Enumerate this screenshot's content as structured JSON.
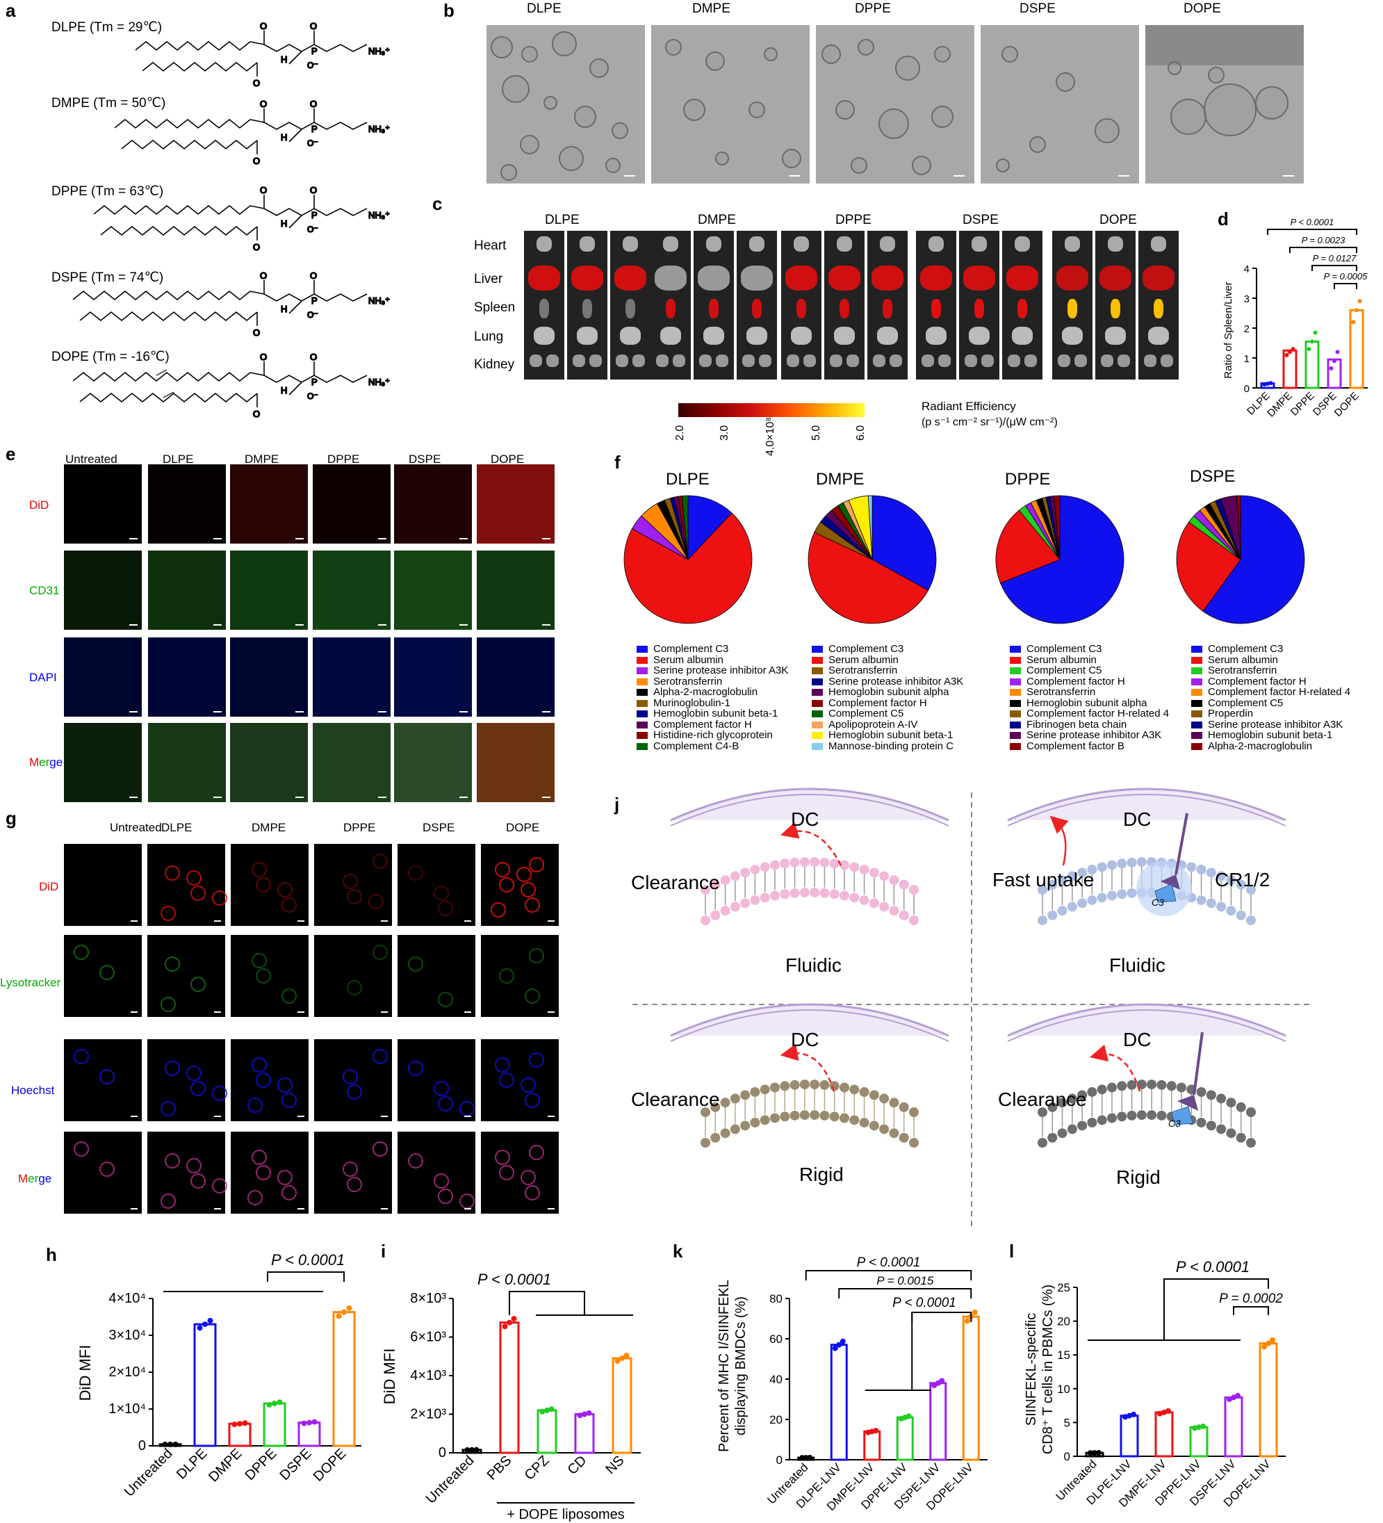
{
  "panels": {
    "a": "a",
    "b": "b",
    "c": "c",
    "d": "d",
    "e": "e",
    "f": "f",
    "g": "g",
    "h": "h",
    "i": "i",
    "j": "j",
    "k": "k",
    "l": "l"
  },
  "lipids": [
    {
      "label": "DLPE (Tm = 29℃)"
    },
    {
      "label": "DMPE (Tm = 50℃)"
    },
    {
      "label": "DPPE (Tm = 63℃)"
    },
    {
      "label": "DSPE (Tm = 74℃)"
    },
    {
      "label": "DOPE (Tm = -16℃)"
    }
  ],
  "chem": {
    "o": "O",
    "h": "H",
    "p": "P",
    "nh3": "NH₃⁺",
    "ominus": "O⁻"
  },
  "groups5": [
    "DLPE",
    "DMPE",
    "DPPE",
    "DSPE",
    "DOPE"
  ],
  "groups6": [
    "Untreated",
    "DLPE",
    "DMPE",
    "DPPE",
    "DSPE",
    "DOPE"
  ],
  "organs": [
    "Heart",
    "Liver",
    "Spleen",
    "Lung",
    "Kidney"
  ],
  "colorbar": {
    "ticks": [
      "2.0",
      "3.0",
      "4.0×10⁸",
      "5.0",
      "6.0"
    ],
    "title_line1": "Radiant Efficiency",
    "title_line2": "(p s⁻¹ cm⁻² sr⁻¹)/(μW cm⁻²)"
  },
  "panel_e_rows": [
    "DiD",
    "CD31",
    "DAPI",
    "Merge"
  ],
  "panel_g_rows": [
    "DiD",
    "Lysotracker",
    "Hoechst",
    "Merge"
  ],
  "panel_j": {
    "dc": "DC",
    "clearance": "Clearance",
    "fast_uptake": "Fast uptake",
    "cr": "CR1/2",
    "c3": "C3",
    "fluidic": "Fluidic",
    "rigid": "Rigid"
  },
  "colors": {
    "blue": "#1010ee",
    "red": "#ee1111",
    "green": "#22cc22",
    "purple": "#a020f0",
    "orange": "#ff8800"
  },
  "chart_data": [
    {
      "panel": "d",
      "type": "bar",
      "categories": [
        "DLPE",
        "DMPE",
        "DPPE",
        "DSPE",
        "DOPE"
      ],
      "values": [
        0.15,
        1.25,
        1.55,
        0.95,
        2.6
      ],
      "points": [
        [
          0.12,
          0.14,
          0.16
        ],
        [
          1.1,
          1.2,
          1.3
        ],
        [
          1.3,
          1.55,
          1.85
        ],
        [
          0.65,
          0.9,
          1.2
        ],
        [
          2.2,
          2.6,
          2.9
        ]
      ],
      "ylabel": "Ratio of Spleen/Liver",
      "ylim": [
        0,
        4
      ],
      "yticks": [
        "0",
        "1",
        "2",
        "3",
        "4"
      ],
      "annotations": [
        "P < 0.0001",
        "P = 0.0023",
        "P = 0.0127",
        "P = 0.0005"
      ]
    },
    {
      "panel": "f",
      "type": "pie",
      "charts": [
        {
          "title": "DLPE",
          "slices": [
            {
              "name": "Complement C3",
              "value": 12,
              "color": "#1010ee"
            },
            {
              "name": "Serum albumin",
              "value": 71,
              "color": "#ee1111"
            },
            {
              "name": "Serine protease inhibitor A3K",
              "value": 4,
              "color": "#a020f0"
            },
            {
              "name": "Serotransferrin",
              "value": 5,
              "color": "#ff8800"
            },
            {
              "name": "Alpha-2-macroglobulin",
              "value": 2,
              "color": "#000000"
            },
            {
              "name": "Murinoglobulin-1",
              "value": 1.5,
              "color": "#8b5a00"
            },
            {
              "name": "Hemoglobin subunit beta-1",
              "value": 1,
              "color": "#00008b"
            },
            {
              "name": "Complement factor H",
              "value": 1,
              "color": "#5b005b"
            },
            {
              "name": "Histidine-rich glycoprotein",
              "value": 1,
              "color": "#8b0000"
            },
            {
              "name": "Complement C4-B",
              "value": 1.5,
              "color": "#006400"
            }
          ]
        },
        {
          "title": "DMPE",
          "slices": [
            {
              "name": "Complement C3",
              "value": 33,
              "color": "#1010ee"
            },
            {
              "name": "Serum albumin",
              "value": 49,
              "color": "#ee1111"
            },
            {
              "name": "Serotransferrin",
              "value": 3,
              "color": "#8b5a00"
            },
            {
              "name": "Serine protease inhibitor A3K",
              "value": 2,
              "color": "#00008b"
            },
            {
              "name": "Hemoglobin subunit alpha",
              "value": 2,
              "color": "#5b005b"
            },
            {
              "name": "Complement factor H",
              "value": 2,
              "color": "#8b0000"
            },
            {
              "name": "Complement C5",
              "value": 1.5,
              "color": "#006400"
            },
            {
              "name": "Apolipoprotein A-IV",
              "value": 1.5,
              "color": "#f4a460"
            },
            {
              "name": "Hemoglobin subunit beta-1",
              "value": 5,
              "color": "#ffee00"
            },
            {
              "name": "Mannose-binding protein C",
              "value": 1,
              "color": "#87ceeb"
            }
          ]
        },
        {
          "title": "DPPE",
          "slices": [
            {
              "name": "Complement C3",
              "value": 69,
              "color": "#1010ee"
            },
            {
              "name": "Serum albumin",
              "value": 20,
              "color": "#ee1111"
            },
            {
              "name": "Complement C5",
              "value": 2,
              "color": "#22cc22"
            },
            {
              "name": "Complement factor H",
              "value": 1.5,
              "color": "#a020f0"
            },
            {
              "name": "Serotransferrin",
              "value": 1.5,
              "color": "#ff8800"
            },
            {
              "name": "Hemoglobin subunit alpha",
              "value": 1.5,
              "color": "#000000"
            },
            {
              "name": "Complement factor H-related 4",
              "value": 1,
              "color": "#8b5a00"
            },
            {
              "name": "Fibrinogen beta chain",
              "value": 1,
              "color": "#00008b"
            },
            {
              "name": "Serine protease inhibitor A3K",
              "value": 1,
              "color": "#5b005b"
            },
            {
              "name": "Complement factor B",
              "value": 1.5,
              "color": "#8b0000"
            }
          ]
        },
        {
          "title": "DSPE",
          "slices": [
            {
              "name": "Complement C3",
              "value": 60,
              "color": "#1010ee"
            },
            {
              "name": "Serum albumin",
              "value": 25,
              "color": "#ee1111"
            },
            {
              "name": "Serotransferrin",
              "value": 2,
              "color": "#22cc22"
            },
            {
              "name": "Complement factor H",
              "value": 2,
              "color": "#a020f0"
            },
            {
              "name": "Complement factor H-related 4",
              "value": 1.5,
              "color": "#ff8800"
            },
            {
              "name": "Complement C5",
              "value": 1.5,
              "color": "#000000"
            },
            {
              "name": "Properdin",
              "value": 1.5,
              "color": "#8b5a00"
            },
            {
              "name": "Serine protease inhibitor A3K",
              "value": 1.5,
              "color": "#00008b"
            },
            {
              "name": "Hemoglobin subunit beta-1",
              "value": 4,
              "color": "#5b005b"
            },
            {
              "name": "Alpha-2-macroglobulin",
              "value": 1,
              "color": "#8b0000"
            }
          ]
        }
      ]
    },
    {
      "panel": "h",
      "type": "bar",
      "categories": [
        "Untreated",
        "DLPE",
        "DMPE",
        "DPPE",
        "DSPE",
        "DOPE"
      ],
      "values": [
        400,
        33000,
        6000,
        11500,
        6300,
        36300
      ],
      "ylabel": "DiD MFI",
      "ylim": [
        0,
        40000
      ],
      "yticks": [
        "0",
        "1×10⁴",
        "2×10⁴",
        "3×10⁴",
        "4×10⁴"
      ],
      "annotations": [
        "P < 0.0001"
      ]
    },
    {
      "panel": "i",
      "type": "bar",
      "categories": [
        "Untreated",
        "PBS",
        "CPZ",
        "CD",
        "NS"
      ],
      "values": [
        150,
        6750,
        2200,
        2000,
        4900
      ],
      "ylabel": "DiD MFI",
      "ylim": [
        0,
        8000
      ],
      "yticks": [
        "0",
        "2×10³",
        "4×10³",
        "6×10³",
        "8×10³"
      ],
      "xgroup": "+ DOPE liposomes",
      "annotations": [
        "P < 0.0001"
      ]
    },
    {
      "panel": "k",
      "type": "bar",
      "categories": [
        "Untreated",
        "DLPE-LNV",
        "DMPE-LNV",
        "DPPE-LNV",
        "DSPE-LNV",
        "DOPE-LNV"
      ],
      "values": [
        1,
        57,
        14,
        21,
        38,
        71
      ],
      "ylabel_line1": "Percent of MHC I/SIINFEKL",
      "ylabel_line2": "displaying BMDCs (%)",
      "ylim": [
        0,
        80
      ],
      "yticks": [
        "0",
        "20",
        "40",
        "60",
        "80"
      ],
      "annotations": [
        "P < 0.0001",
        "P = 0.0015",
        "P < 0.0001"
      ]
    },
    {
      "panel": "l",
      "type": "bar",
      "categories": [
        "Untreated",
        "DLPE-LNV",
        "DMPE-LNV",
        "DPPE-LNV",
        "DSPE-LNV",
        "DOPE-LNV"
      ],
      "values": [
        0.5,
        6,
        6.5,
        4.3,
        8.7,
        16.7
      ],
      "ylabel_line1": "SIINFEKL-specific",
      "ylabel_line2": "CD8⁺ T cells in PBMCs (%)",
      "ylim": [
        0,
        25
      ],
      "yticks": [
        "0",
        "5",
        "10",
        "15",
        "20",
        "25"
      ],
      "annotations": [
        "P < 0.0001",
        "P = 0.0002"
      ]
    }
  ]
}
